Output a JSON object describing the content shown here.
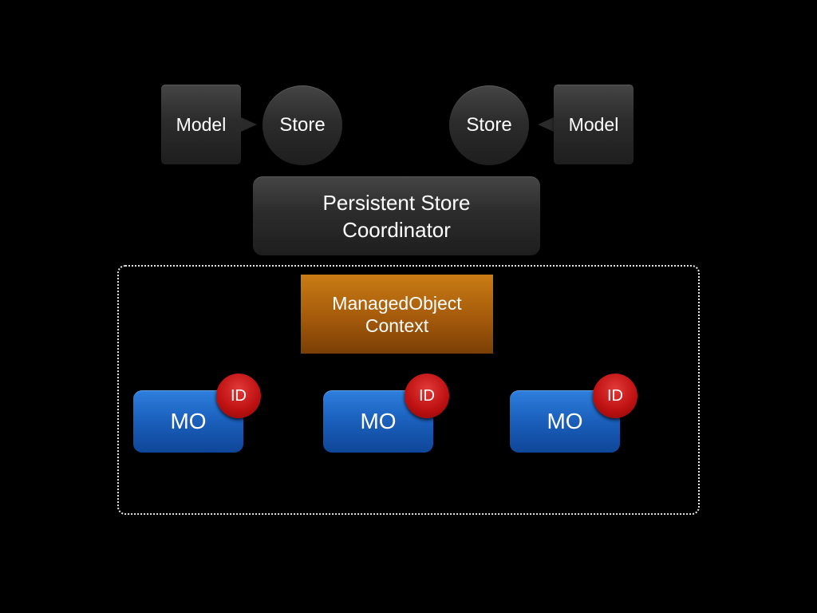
{
  "top": {
    "left_model": "Model",
    "left_store": "Store",
    "right_store": "Store",
    "right_model": "Model"
  },
  "coordinator": {
    "line1": "Persistent Store",
    "line2": "Coordinator"
  },
  "context": {
    "line1": "ManagedObject",
    "line2": "Context"
  },
  "objects": [
    {
      "label": "MO",
      "id": "ID"
    },
    {
      "label": "MO",
      "id": "ID"
    },
    {
      "label": "MO",
      "id": "ID"
    }
  ],
  "colors": {
    "background": "#000000",
    "dark_node": "#2c2c2c",
    "context": "#a55a0b",
    "managed_object": "#1a5fbb",
    "id_badge": "#c01212",
    "dotted_border": "#e6e6e6"
  }
}
